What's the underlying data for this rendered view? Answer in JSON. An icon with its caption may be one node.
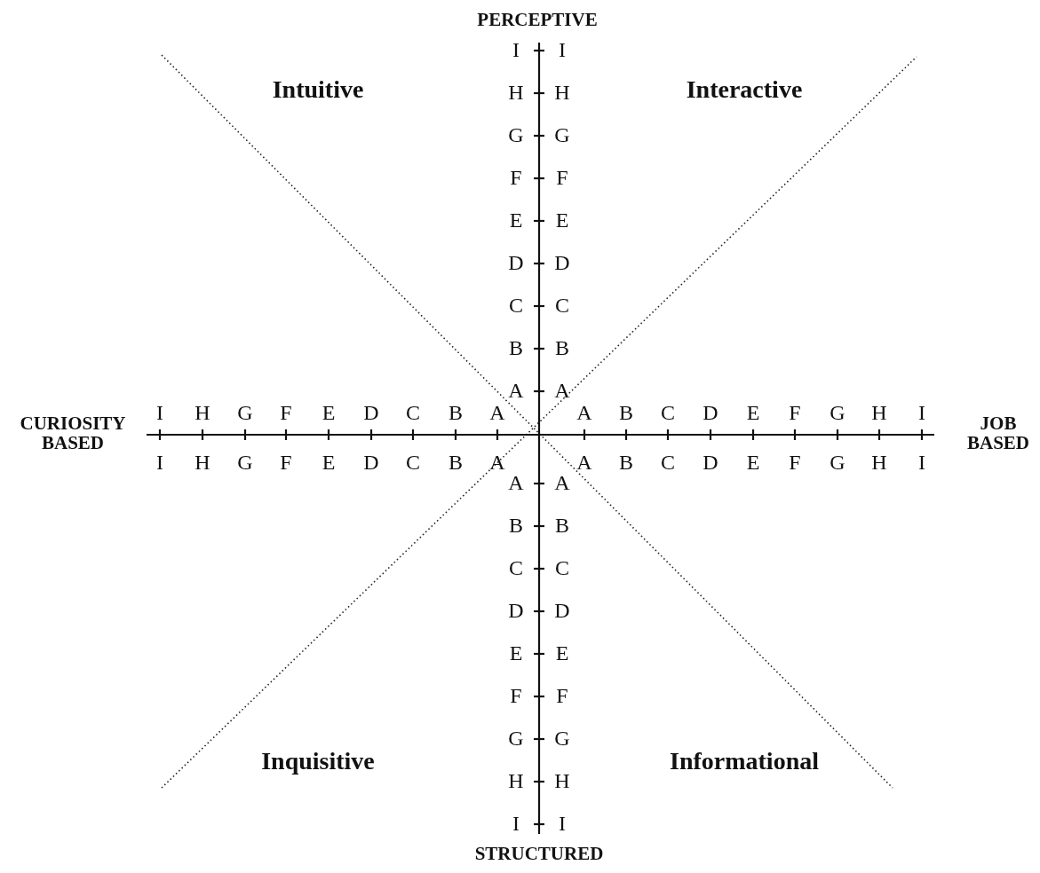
{
  "diagram": {
    "labels": [
      "PERCEPTIVE",
      "Intuitive",
      "Interactive",
      "CURIOSITY BASED",
      "JOB BASED",
      "Inquisitive",
      "Informational",
      "STRUCTURED",
      "I",
      "I",
      "H",
      "H",
      "G",
      "G",
      "F",
      "F",
      "E",
      "E",
      "D",
      "D",
      "C",
      "C",
      "B",
      "B",
      "A",
      "A",
      "I",
      "H",
      "G",
      "F",
      "E",
      "D",
      "C",
      "B",
      "A",
      "A",
      "B",
      "C",
      "D",
      "E",
      "F",
      "G",
      "H",
      "I",
      "I",
      "H",
      "G",
      "F",
      "E",
      "D",
      "C",
      "B",
      "A",
      "A",
      "B",
      "C",
      "D",
      "E",
      "F",
      "G",
      "H",
      "I",
      "A",
      "A",
      "B",
      "B",
      "C",
      "C",
      "D",
      "D",
      "E",
      "E",
      "F",
      "F",
      "G",
      "G",
      "H",
      "H",
      "I",
      "I"
    ]
  }
}
